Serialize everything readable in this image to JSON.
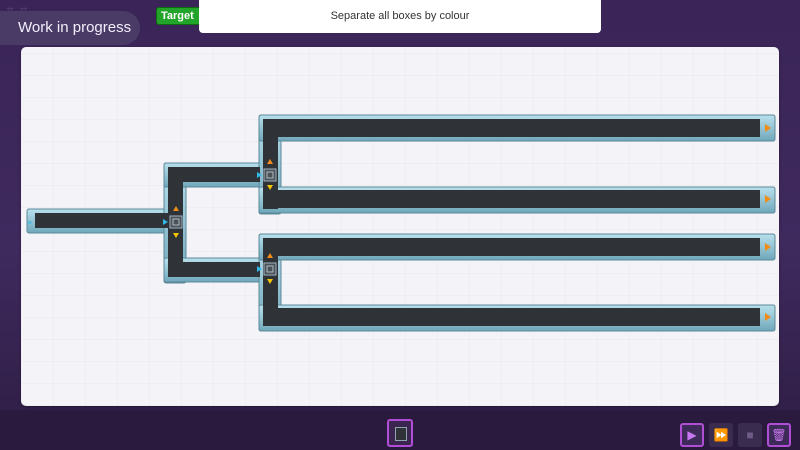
{
  "header": {
    "title": "Work in progress",
    "target_label": "Target",
    "objective": "Separate all boxes by colour"
  },
  "controls": {
    "play_icon": "▶",
    "fast_icon": "⏩",
    "stop_icon": "■",
    "trash_icon": "🗑"
  },
  "colors": {
    "accent": "#b04fd6",
    "belt": "#2f3338",
    "rail": "#8fc5d6",
    "arrow_up": "#f08c1a",
    "arrow_down": "#f5c400",
    "arrow_in": "#2fb8e8"
  },
  "board": {
    "outputs": [
      "out-1",
      "out-2",
      "out-3",
      "out-4"
    ],
    "sorters": [
      "sorter-1",
      "sorter-2",
      "sorter-3"
    ]
  }
}
